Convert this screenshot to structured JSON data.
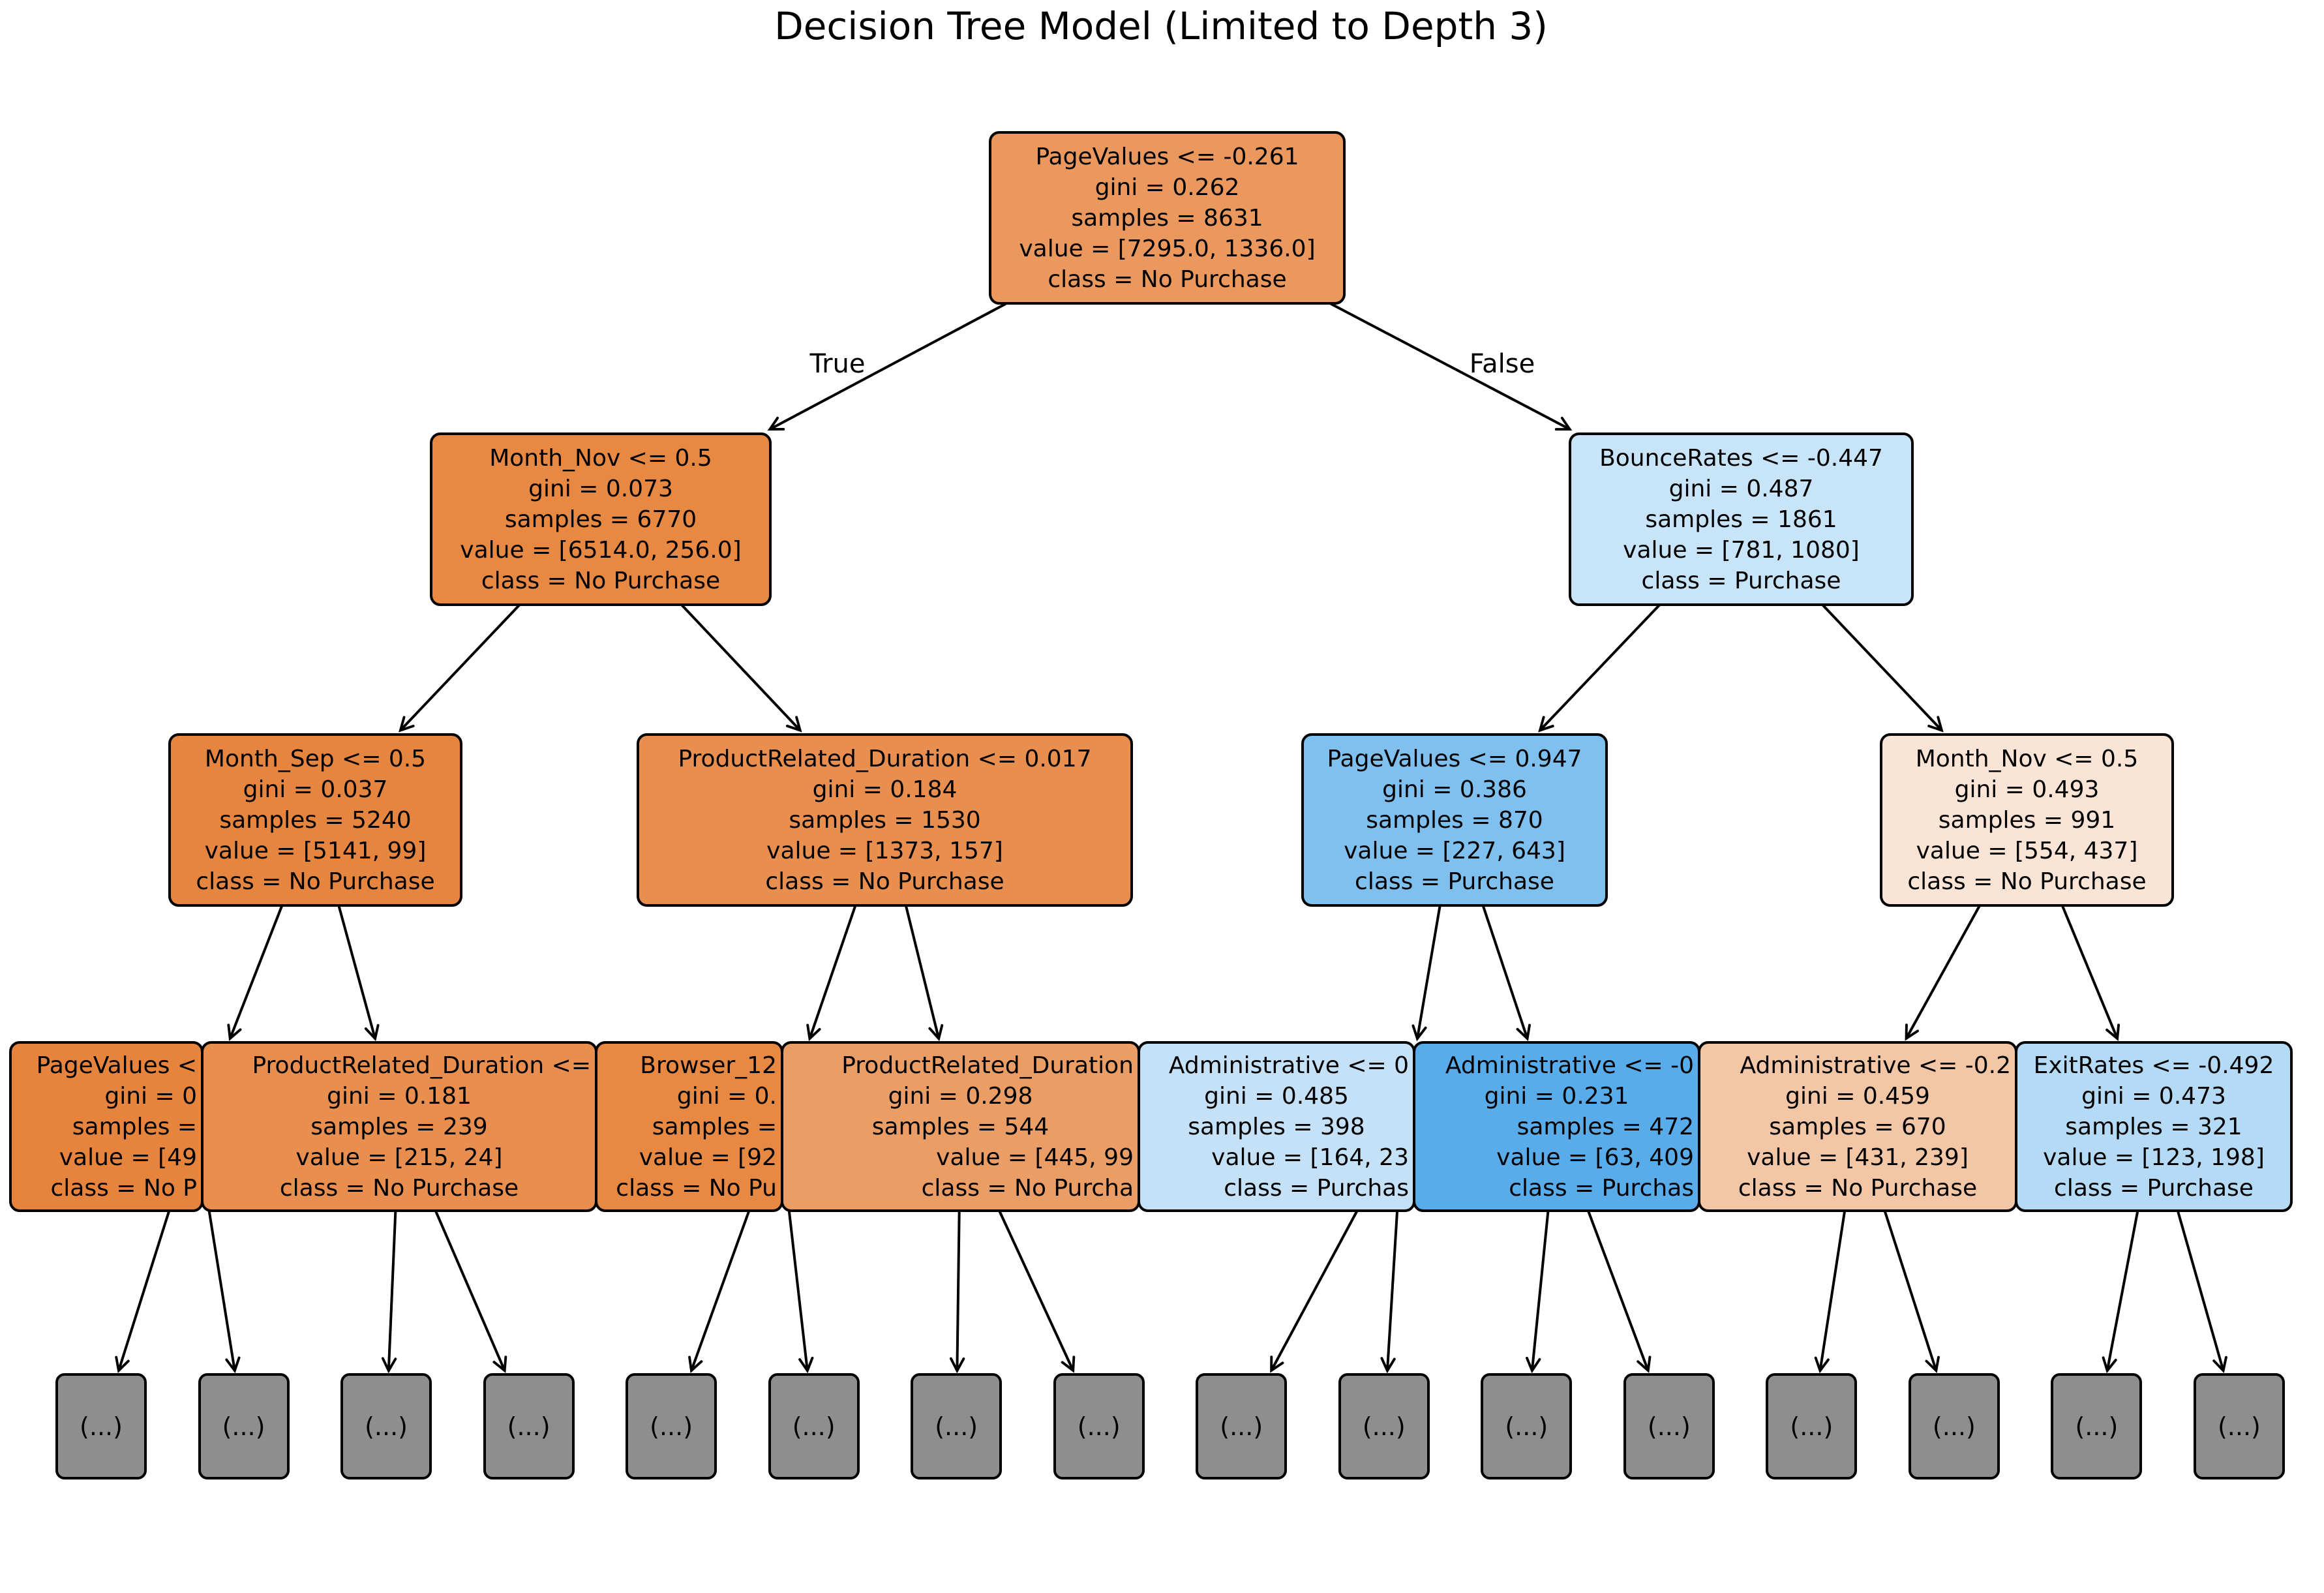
{
  "title": "Decision Tree Model (Limited to Depth 3)",
  "edge_labels": {
    "true_label": "True",
    "false_label": "False"
  },
  "colors": {
    "background": "#ffffff",
    "node_border": "#000000",
    "arrow": "#000000",
    "leaf_fill": "#8e8e8e",
    "no_purchase_base": "#e58139",
    "purchase_base": "#399de5"
  },
  "class_names": [
    "No Purchase",
    "Purchase"
  ],
  "leaves": {
    "label": "(...)",
    "count": 16
  },
  "nodes": {
    "root": {
      "depth": 0,
      "fill": "#ea985d",
      "lines": [
        "PageValues <= -0.261",
        "gini = 0.262",
        "samples = 8631",
        "value = [7295.0, 1336.0]",
        "class = No Purchase"
      ]
    },
    "n2": {
      "depth": 1,
      "fill": "#e78843",
      "lines": [
        "Month_Nov <= 0.5",
        "gini = 0.073",
        "samples = 6770",
        "value = [6514.0, 256.0]",
        "class = No Purchase"
      ]
    },
    "n3": {
      "depth": 1,
      "fill": "#c8e4f8",
      "lines": [
        "BounceRates <= -0.447",
        "gini = 0.487",
        "samples = 1861",
        "value = [781, 1080]",
        "class = Purchase"
      ]
    },
    "n4": {
      "depth": 2,
      "fill": "#e6853f",
      "lines": [
        "Month_Sep <= 0.5",
        "gini = 0.037",
        "samples = 5240",
        "value = [5141, 99]",
        "class = No Purchase"
      ]
    },
    "n5": {
      "depth": 2,
      "fill": "#e88f50",
      "lines": [
        "ProductRelated_Duration <= 0.017",
        "gini = 0.184",
        "samples = 1530",
        "value = [1373, 157]",
        "class = No Purchase"
      ]
    },
    "n6": {
      "depth": 2,
      "fill": "#7fc0ee",
      "lines": [
        "PageValues <= 0.947",
        "gini = 0.386",
        "samples = 870",
        "value = [227, 643]",
        "class = Purchase"
      ]
    },
    "n7": {
      "depth": 2,
      "fill": "#f9e4d5",
      "lines": [
        "Month_Nov <= 0.5",
        "gini = 0.493",
        "samples = 991",
        "value = [554, 437]",
        "class = No Purchase"
      ]
    },
    "A": {
      "depth": 3,
      "fill": "#e6843d",
      "truncated": true,
      "lines": [
        "PageValues <",
        "gini = 0",
        "samples =",
        "value = [49",
        "class = No P"
      ]
    },
    "B": {
      "depth": 3,
      "fill": "#e88f4f",
      "truncated": true,
      "lines": [
        "ProductRelated_Duration <=",
        "gini = 0.181",
        "samples = 239",
        "value = [215, 24]",
        "class = No Purchase"
      ]
    },
    "C": {
      "depth": 3,
      "fill": "#e78843",
      "truncated": true,
      "lines": [
        "Browser_12",
        "gini = 0.",
        "samples =",
        "value = [92",
        "class = No Pu"
      ]
    },
    "D": {
      "depth": 3,
      "fill": "#ea9d65",
      "truncated": true,
      "lines": [
        "ProductRelated_Duration",
        "gini = 0.298",
        "samples = 544",
        "value = [445, 99",
        "class = No Purcha"
      ]
    },
    "E": {
      "depth": 3,
      "fill": "#c4e1f7",
      "truncated": true,
      "lines": [
        "Administrative <= 0",
        "gini = 0.485",
        "samples = 398",
        "value = [164, 23",
        "class = Purchas"
      ]
    },
    "F": {
      "depth": 3,
      "fill": "#57ace9",
      "truncated": true,
      "lines": [
        "Administrative <= -0",
        "gini = 0.231",
        "samples = 472",
        "value = [63, 409",
        "class = Purchas"
      ]
    },
    "G": {
      "depth": 3,
      "fill": "#f3c6a6",
      "truncated": true,
      "lines": [
        "Administrative <= -0.2",
        "gini = 0.459",
        "samples = 670",
        "value = [431, 239]",
        "class = No Purchase"
      ]
    },
    "H": {
      "depth": 3,
      "fill": "#b4daf5",
      "lines": [
        "ExitRates <= -0.492",
        "gini = 0.473",
        "samples = 321",
        "value = [123, 198]",
        "class = Purchase"
      ]
    }
  }
}
